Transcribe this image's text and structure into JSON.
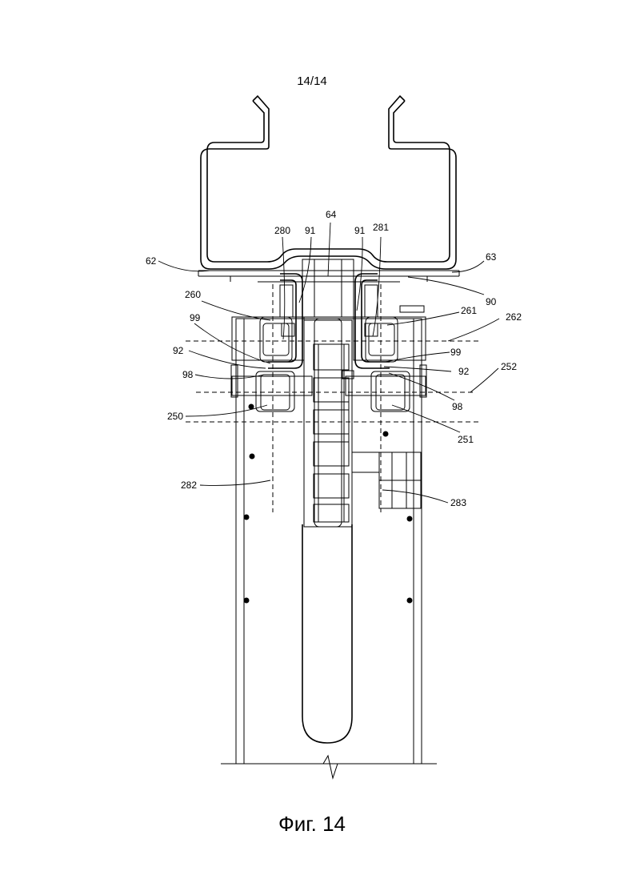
{
  "page_number": "14/14",
  "caption": "Фиг. 14",
  "labels": {
    "l62": "62",
    "l63": "63",
    "l64": "64",
    "l90": "90",
    "l91a": "91",
    "l91b": "91",
    "l92a": "92",
    "l92b": "92",
    "l98a": "98",
    "l98b": "98",
    "l99a": "99",
    "l99b": "99",
    "l250": "250",
    "l251": "251",
    "l252": "252",
    "l260": "260",
    "l261": "261",
    "l262": "262",
    "l280": "280",
    "l281": "281",
    "l282": "282",
    "l283": "283"
  }
}
